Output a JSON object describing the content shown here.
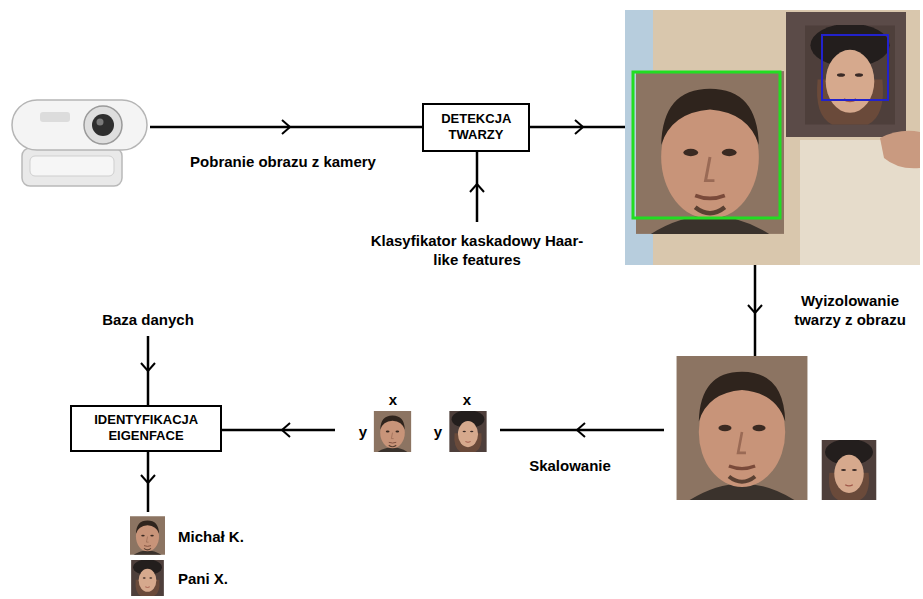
{
  "diagram": {
    "nodes": [
      {
        "text": [
          "DETEKCJA TWARZY"
        ]
      },
      {
        "text": [
          "IDENTYFIKACJA EIGENFACE"
        ]
      }
    ],
    "labels": [
      "Pobranie obrazu z kamery",
      "Klasyfikator kaskadowy Haar-like features",
      "Wyizolowanie twarzy z obrazu",
      "Skalowanie",
      "x",
      "y",
      "x",
      "y",
      "Baza danych",
      "Michał K.",
      "Pani X."
    ]
  }
}
